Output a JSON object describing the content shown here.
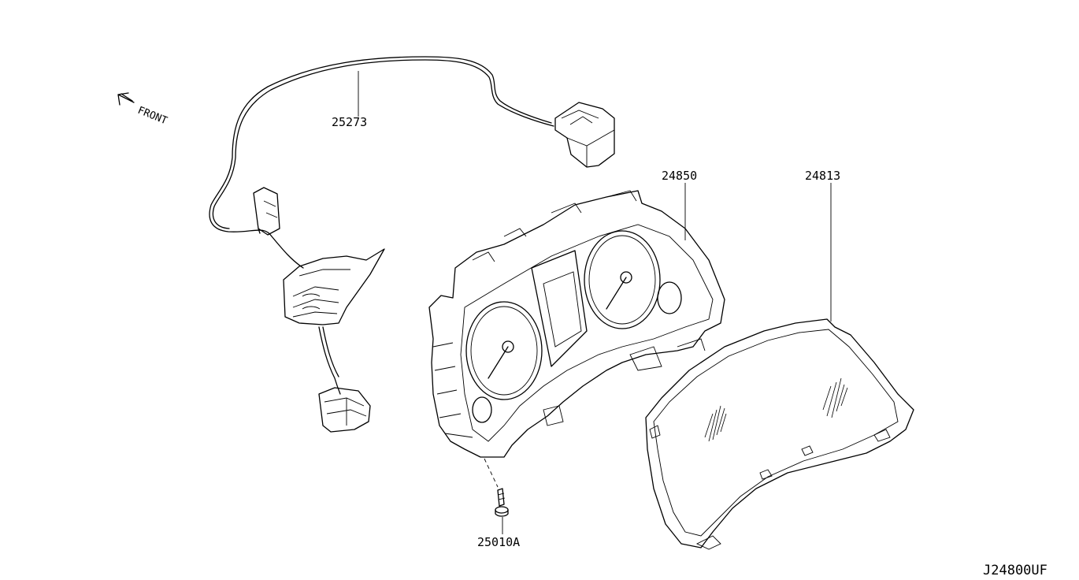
{
  "diagram": {
    "direction_label": "FRONT",
    "diagram_code": "J24800UF",
    "parts": [
      {
        "number": "25273"
      },
      {
        "number": "24850"
      },
      {
        "number": "24813"
      },
      {
        "number": "25010A"
      }
    ]
  }
}
